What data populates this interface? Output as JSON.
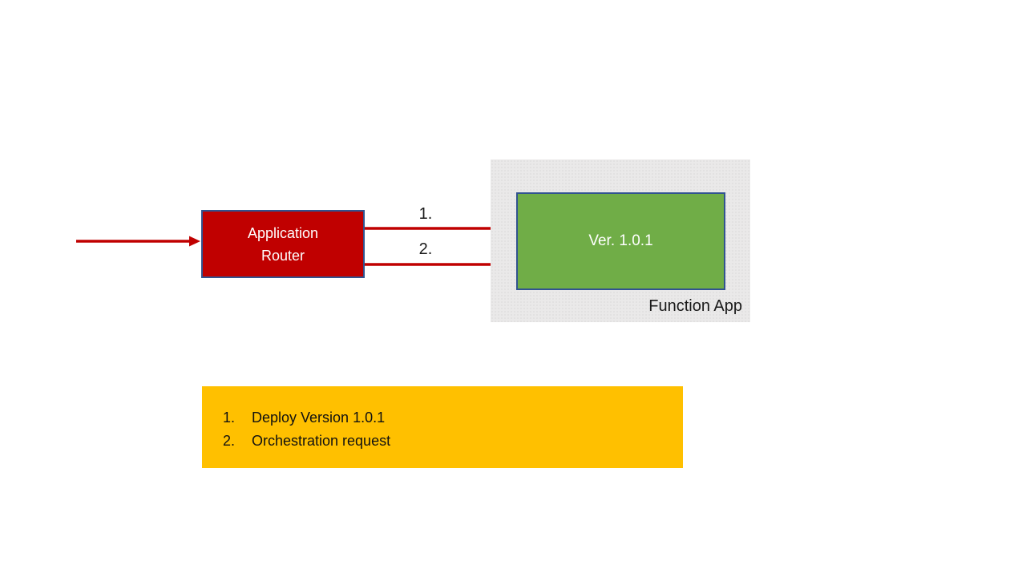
{
  "diagram": {
    "router": {
      "label_line1": "Application",
      "label_line2": "Router"
    },
    "arrows": {
      "arrow1_label": "1.",
      "arrow2_label": "2."
    },
    "function_app": {
      "label": "Function App",
      "version_box_label": "Ver. 1.0.1"
    },
    "legend": {
      "items": [
        {
          "number": "1.",
          "text": "Deploy Version 1.0.1"
        },
        {
          "number": "2.",
          "text": "Orchestration request"
        }
      ]
    },
    "colors": {
      "arrow_red": "#C00000",
      "router_red": "#C00000",
      "version_green": "#70AD47",
      "legend_yellow": "#FFC000",
      "container_gray": "#EAE9E9",
      "border_blue": "#31538F"
    }
  }
}
